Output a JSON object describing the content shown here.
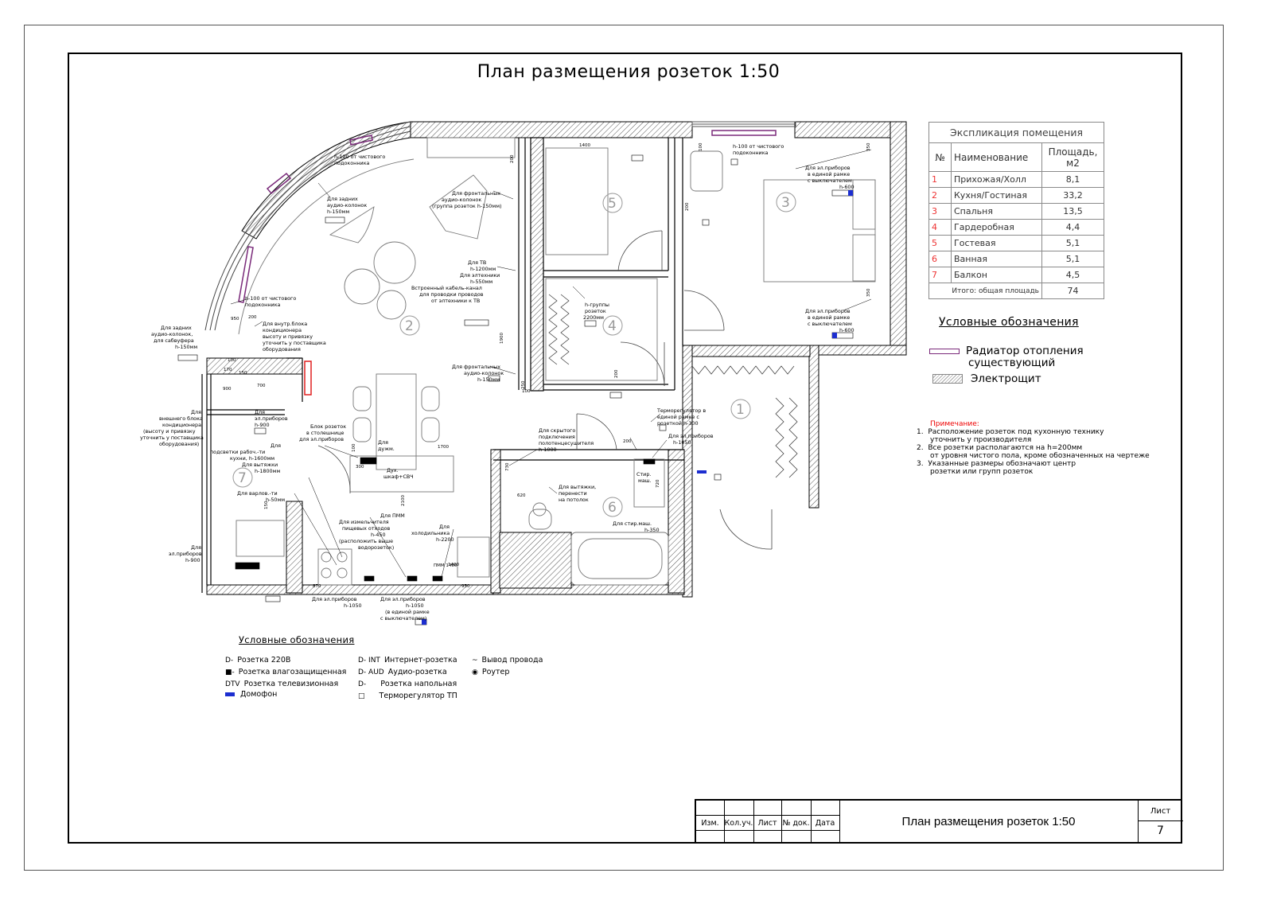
{
  "drawing_title": "План размещения розеток 1:50",
  "room_numbers": [
    "1",
    "2",
    "3",
    "4",
    "5",
    "6",
    "7"
  ],
  "explication": {
    "title": "Экспликация помещения",
    "headers": {
      "num": "№",
      "name": "Наименование",
      "area": "Площадь, м2"
    },
    "rows": [
      {
        "num": "1",
        "name": "Прихожая/Холл",
        "area": "8,1"
      },
      {
        "num": "2",
        "name": "Кухня/Гостиная",
        "area": "33,2"
      },
      {
        "num": "3",
        "name": "Спальня",
        "area": "13,5"
      },
      {
        "num": "4",
        "name": "Гардеробная",
        "area": "4,4"
      },
      {
        "num": "5",
        "name": "Гостевая",
        "area": "5,1"
      },
      {
        "num": "6",
        "name": "Ванная",
        "area": "5,1"
      },
      {
        "num": "7",
        "name": "Балкон",
        "area": "4,5"
      }
    ],
    "total_label": "Итого: общая площадь",
    "total_value": "74"
  },
  "legend_right": {
    "title": "Условные обозначения",
    "radiator_line1": "Радиатор отопления",
    "radiator_line2": "существующий",
    "panel": "Электрощит"
  },
  "notes": {
    "title": "Примечание:",
    "items": [
      {
        "n": "1.",
        "l1": "Расположение розеток под кухонную технику",
        "l2": "уточнить у производителя"
      },
      {
        "n": "2.",
        "l1": "Все розетки располагаются на h=200мм",
        "l2": "от уровня чистого пола, кроме обозначенных на чертеже"
      },
      {
        "n": "3.",
        "l1": "Указанные размеры обозначают центр",
        "l2": "розетки или групп розеток"
      }
    ]
  },
  "legend_bottom": {
    "title": "Условные обозначения",
    "items": {
      "socket": "Розетка 220В",
      "wet": "Розетка влагозащищенная",
      "tv": "Розетка телевизионная",
      "intercom": "Домофон",
      "internet": "Интернет-розетка",
      "audio": "Аудио-розетка",
      "floor": "Розетка напольная",
      "thermo": "Терморегулятор ТП",
      "wire": "Вывод провода",
      "router": "Роутер"
    },
    "tags": {
      "tv": "TV",
      "internet": "INT",
      "audio": "AUD"
    }
  },
  "plan_labels": {
    "win_top_left": [
      "h-100 от чистового",
      "подоконника"
    ],
    "rear_audio": [
      "Для задних",
      "аудио-колонок",
      "h-150мм"
    ],
    "front_audio_top": [
      "Для фронтальных",
      "аудио-колонок",
      "(группа розеток h-150мм)"
    ],
    "tv": [
      "Для ТВ",
      "h-1200мм",
      "Для элтехники",
      "h-550мм",
      "Встроенный кабель-канал",
      "для проводки проводов",
      "от элтехники к ТВ"
    ],
    "win_left": [
      "h-100 от чистового",
      "подоконника"
    ],
    "rear_audio_sub": [
      "Для задних",
      "аудио-колонок,",
      "для сабвуфера",
      "h-150мм"
    ],
    "ac_inner": [
      "Для внутр.блока",
      "кондиционера",
      "высоту и привязку",
      "уточнить у поставщика",
      "оборудования"
    ],
    "front_audio_bottom": [
      "Для фронтальных",
      "аудио-колонок",
      "h-150мм"
    ],
    "ac_outer": [
      "Для",
      "внешнего блока",
      "кондиционера",
      "(высоту и привязку",
      "уточнить у поставщика",
      "оборудования)"
    ],
    "devices_900a": [
      "Для",
      "эл.приборов",
      "h-900"
    ],
    "block": [
      "Блок розеток",
      "в столешнице",
      "для эл.приборов"
    ],
    "lighting": [
      "Для",
      "подсветки рабоч.-ти",
      "кухни, h-1600мм",
      "Для вытяжки",
      "h-1800мм"
    ],
    "cooktop": [
      "Для варлов.-ти",
      "h-50мм"
    ],
    "dishwasher": [
      "Для",
      "дужм."
    ],
    "island": [
      "Дух.",
      "шкаф+СВЧ"
    ],
    "pmm": [
      "Для ПММ",
      "Для измельчителя",
      "пищевых отходов",
      "h-450",
      "(расположить выше",
      "водорозеток)"
    ],
    "fridge": [
      "Для",
      "холодильника",
      "h-2200"
    ],
    "devices_900b": [
      "Для",
      "эл.приборов",
      "h-900"
    ],
    "devices_1050a": [
      "Для эл.приборов",
      "h-1050"
    ],
    "devices_1050b": [
      "Для эл.приборов",
      "h-1050",
      "(в единой рамке",
      "с выключателем)"
    ],
    "pmm_small": "ПММ 1400",
    "wardrobe_group": [
      "h-группы",
      "розеток",
      "2200мм"
    ],
    "win_top_right": [
      "h-100 от чистового",
      "подоконника"
    ],
    "bed1": [
      "Для эл.приборов",
      "в единой рамке",
      "с выключателем",
      "h-600"
    ],
    "bed2": [
      "Для эл.приборов",
      "в единой рамке",
      "с выключателем",
      "h-600"
    ],
    "towel": [
      "Для скрытого",
      "подключения",
      "полотенцесушителя",
      "h-1000"
    ],
    "thermo_reg": [
      "Терморегулятор в",
      "единой рамке с",
      "розеткой h-300"
    ],
    "bath_devices": [
      "Для эл.приборов",
      "h-1050"
    ],
    "hood": [
      "Для вытяжки,",
      "перенести",
      "на потолок"
    ],
    "washer": [
      "Для стир.маш.",
      "h-350"
    ],
    "washer_box": [
      "Стир.",
      "маш."
    ]
  },
  "plan_dims": [
    "1400",
    "1700",
    "1900",
    "2100",
    "1400",
    "950",
    "870",
    "300",
    "100",
    "200",
    "100",
    "250",
    "170",
    "700",
    "720",
    "620",
    "950",
    "350",
    "350",
    "150",
    "200",
    "200",
    "100",
    "150",
    "730",
    "900",
    "200",
    "200",
    "100"
  ],
  "stamp": {
    "cols": [
      "Изм.",
      "Кол.уч.",
      "Лист",
      "№ док.",
      "Дата"
    ],
    "sheet_name": "План размещения розеток 1:50",
    "sheet_label": "Лист",
    "sheet_no": "7"
  },
  "colors": {
    "radiator": "#7a2a7a",
    "intercom": "#1c2ed0",
    "panel": "#e02020",
    "room_number": "#e33"
  }
}
